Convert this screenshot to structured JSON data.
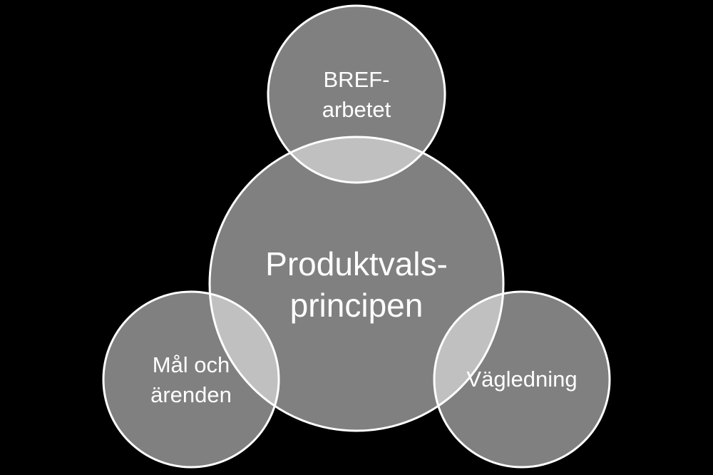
{
  "diagram": {
    "center": {
      "line1": "Produktvals-",
      "line2": "principen"
    },
    "top": {
      "line1": "BREF-",
      "line2": "arbetet"
    },
    "left": {
      "line1": "Mål och",
      "line2": "ärenden"
    },
    "right": {
      "line1": "Vägledning"
    }
  },
  "colors": {
    "background": "#000000",
    "circle_fill": "#808080",
    "overlap_fill": "#c0c0c0",
    "outline": "#ffffff",
    "text": "#ffffff"
  }
}
